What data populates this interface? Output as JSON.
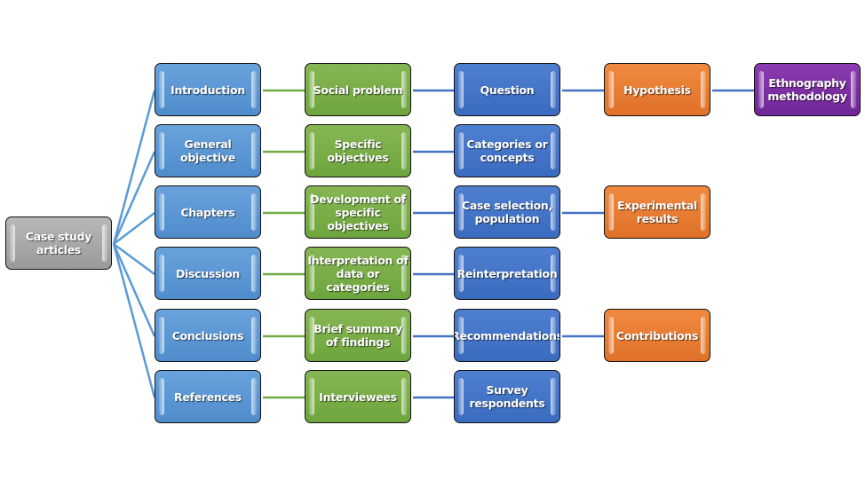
{
  "diagram": {
    "colors": {
      "root_edges": "#5b9bd5",
      "green_edges": "#70ad47",
      "blue_edges": "#4472c4"
    },
    "root": {
      "id": "root",
      "label": "Case study articles",
      "color": "gray"
    },
    "rows": [
      [
        {
          "id": "r0c0",
          "label": "Introduction",
          "color": "lblue"
        },
        {
          "id": "r0c1",
          "label": "Social problem",
          "color": "green"
        },
        {
          "id": "r0c2",
          "label": "Question",
          "color": "dblue"
        },
        {
          "id": "r0c3",
          "label": "Hypothesis",
          "color": "orange"
        },
        {
          "id": "r0c4",
          "label": "Ethnography methodology",
          "color": "purple"
        }
      ],
      [
        {
          "id": "r1c0",
          "label": "General objective",
          "color": "lblue"
        },
        {
          "id": "r1c1",
          "label": "Specific objectives",
          "color": "green"
        },
        {
          "id": "r1c2",
          "label": "Categories or concepts",
          "color": "dblue"
        }
      ],
      [
        {
          "id": "r2c0",
          "label": "Chapters",
          "color": "lblue"
        },
        {
          "id": "r2c1",
          "label": "Development of specific objectives",
          "color": "green"
        },
        {
          "id": "r2c2",
          "label": "Case selection, population",
          "color": "dblue"
        },
        {
          "id": "r2c3",
          "label": "Experimental results",
          "color": "orange"
        }
      ],
      [
        {
          "id": "r3c0",
          "label": "Discussion",
          "color": "lblue"
        },
        {
          "id": "r3c1",
          "label": "Interpretation of data or categories",
          "color": "green"
        },
        {
          "id": "r3c2",
          "label": "Reinterpretation",
          "color": "dblue"
        }
      ],
      [
        {
          "id": "r4c0",
          "label": "Conclusions",
          "color": "lblue"
        },
        {
          "id": "r4c1",
          "label": "Brief summary of findings",
          "color": "green"
        },
        {
          "id": "r4c2",
          "label": "Recommendations",
          "color": "dblue"
        },
        {
          "id": "r4c3",
          "label": "Contributions",
          "color": "orange"
        }
      ],
      [
        {
          "id": "r5c0",
          "label": "References",
          "color": "lblue"
        },
        {
          "id": "r5c1",
          "label": "Interviewees",
          "color": "green"
        },
        {
          "id": "r5c2",
          "label": "Survey respondents",
          "color": "dblue"
        }
      ]
    ]
  }
}
